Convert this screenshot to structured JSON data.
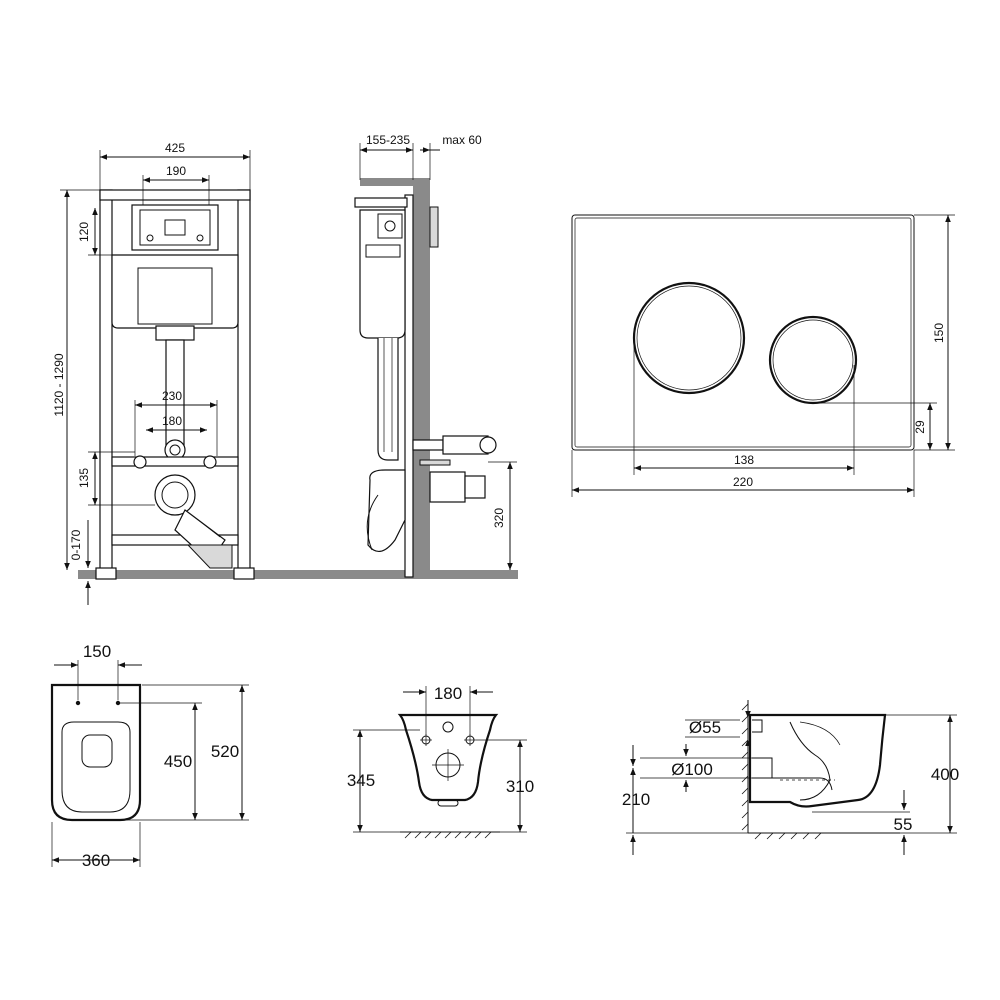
{
  "frame_front": {
    "width_label": "425",
    "cistern_width_label": "190",
    "height_label": "1120 - 1290",
    "top_offset_label": "120",
    "bolt_spacing_outer_label": "230",
    "bolt_spacing_inner_label": "180",
    "bolt_height_label": "135",
    "leg_adjust_label": "0-170"
  },
  "frame_side": {
    "depth_label": "155-235",
    "panel_label": "max 60",
    "outlet_height_label": "320"
  },
  "flush_plate": {
    "width_label": "220",
    "height_label": "150",
    "button_span_label": "138",
    "button_offset_label": "29"
  },
  "bowl_top": {
    "hole_spacing_label": "150",
    "length_inner_label": "450",
    "length_total_label": "520",
    "width_label": "360"
  },
  "bowl_rear": {
    "hole_spacing_label": "180",
    "height_left_label": "345",
    "height_right_label": "310"
  },
  "bowl_side": {
    "inlet_diameter_label": "Ø55",
    "outlet_diameter_label": "Ø100",
    "outlet_height_label": "210",
    "bowl_height_label": "400",
    "bottom_label": "55"
  },
  "colors": {
    "line": "#111111",
    "fill_grey": "#8a8a8a",
    "fill_light": "#d9d9d9"
  }
}
